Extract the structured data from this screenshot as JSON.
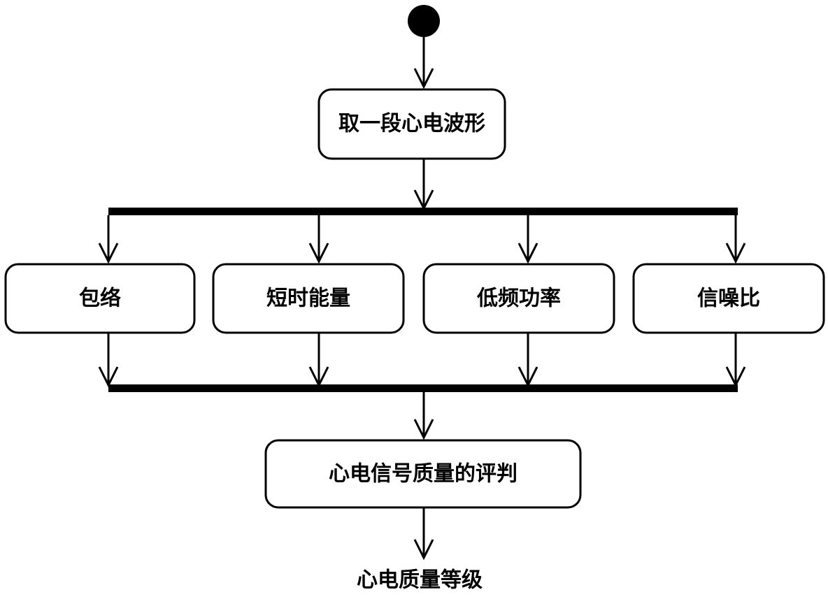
{
  "diagram": {
    "type": "activity-flowchart",
    "step1": "取一段心电波形",
    "features": [
      "包络",
      "短时能量",
      "低频功率",
      "信噪比"
    ],
    "evaluation": "心电信号质量的评判",
    "output": "心电质量等级"
  }
}
